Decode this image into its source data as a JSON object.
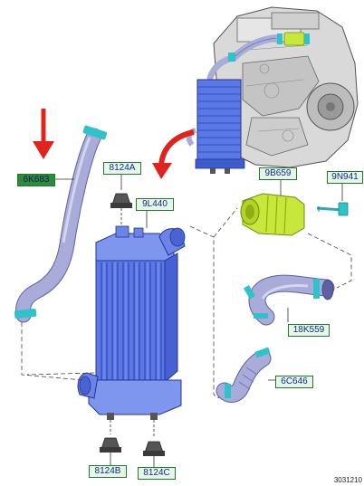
{
  "diagram": {
    "parts": [
      {
        "id": "p6k683",
        "label": "6K683",
        "highlighted": true
      },
      {
        "id": "p8124a",
        "label": "8124A"
      },
      {
        "id": "p9l440",
        "label": "9L440"
      },
      {
        "id": "p9b659",
        "label": "9B659"
      },
      {
        "id": "p9n941",
        "label": "9N941"
      },
      {
        "id": "p18k559",
        "label": "18K559"
      },
      {
        "id": "p6c646",
        "label": "6C646"
      },
      {
        "id": "p8124b",
        "label": "8124B"
      },
      {
        "id": "p8124c",
        "label": "8124C"
      }
    ],
    "document_number": "3031210"
  },
  "colors": {
    "label_border": "#1f7a2e",
    "label_fill": "#e8f5e9",
    "label_text": "#0b2e8a",
    "intercooler_blue": "#5a78e6",
    "hose_lavender": "#a9acd8",
    "clamp_cyan": "#2fc3c9",
    "resonator_green": "#c7e83a",
    "arrow_red": "#e0231d",
    "engine_gray": "#c8c8c8"
  }
}
